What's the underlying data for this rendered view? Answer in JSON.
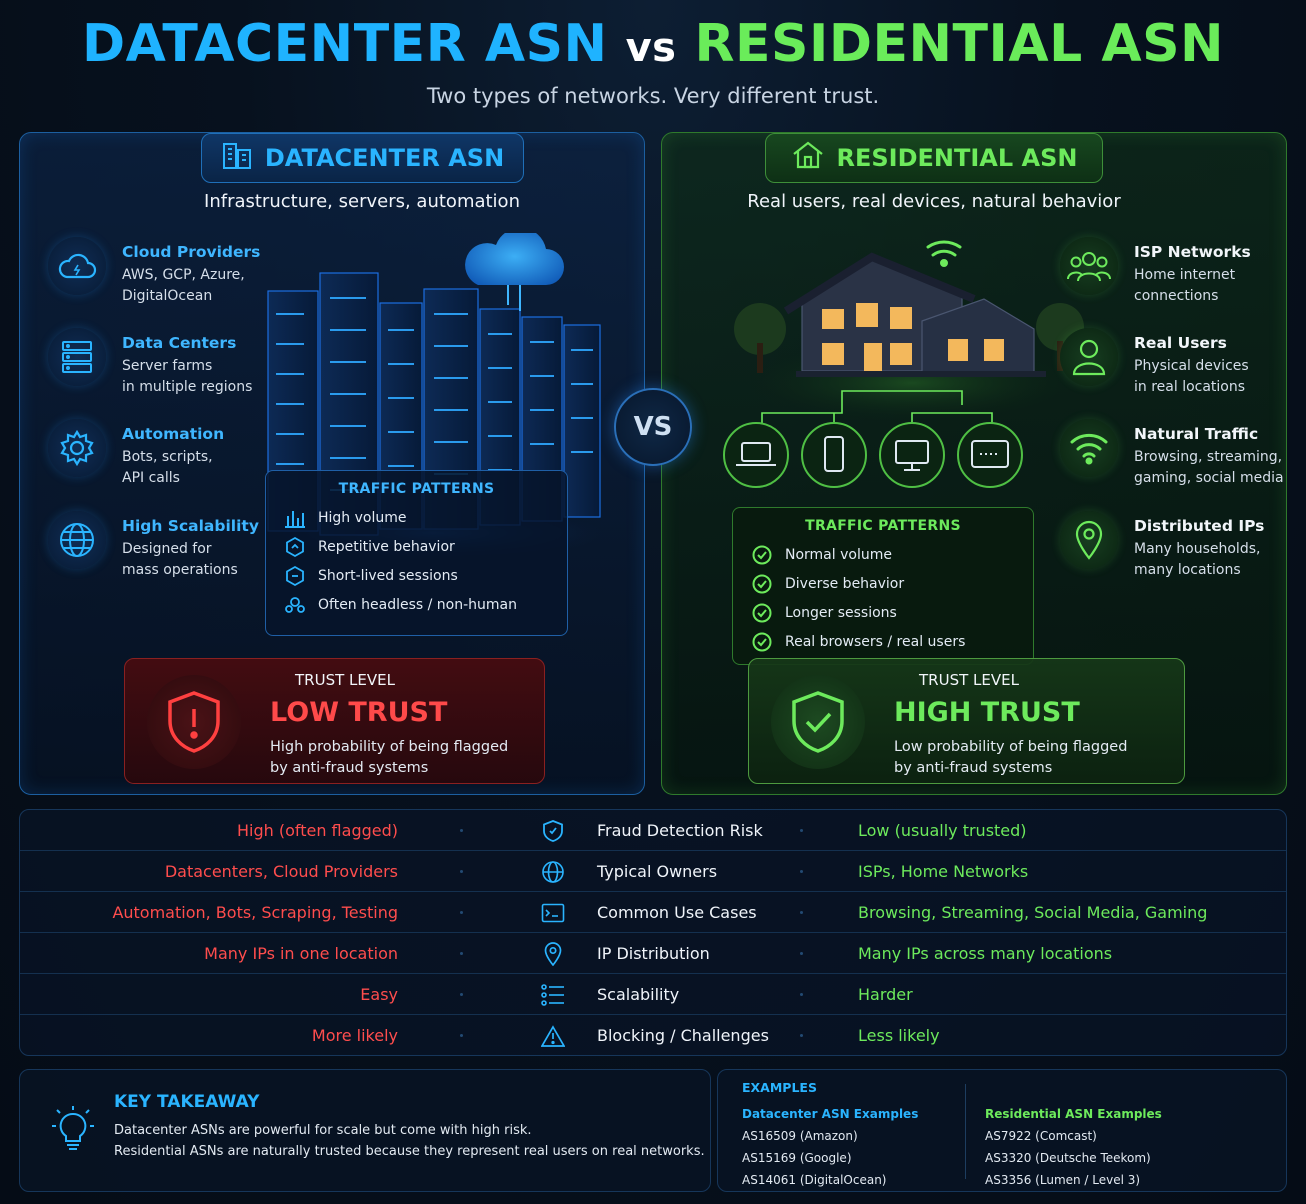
{
  "header": {
    "title_left": "DATACENTER ASN",
    "title_vs": "vs",
    "title_right": "RESIDENTIAL ASN",
    "subtitle": "Two types of networks. Very different trust."
  },
  "datacenter": {
    "heading": "DATACENTER ASN",
    "subheading": "Infrastructure, servers, automation",
    "features": [
      {
        "title": "Cloud Providers",
        "line1": "AWS, GCP, Azure,",
        "line2": "DigitalOcean"
      },
      {
        "title": "Data Centers",
        "line1": "Server farms",
        "line2": "in multiple regions"
      },
      {
        "title": "Automation",
        "line1": "Bots, scripts,",
        "line2": "API calls"
      },
      {
        "title": "High Scalability",
        "line1": "Designed for",
        "line2": "mass operations"
      }
    ],
    "traffic": {
      "title": "TRAFFIC PATTERNS",
      "items": [
        "High volume",
        "Repetitive behavior",
        "Short-lived sessions",
        "Often headless / non-human"
      ]
    },
    "trust": {
      "label": "TRUST LEVEL",
      "value": "LOW TRUST",
      "line1": "High probability of being flagged",
      "line2": "by anti-fraud systems"
    }
  },
  "residential": {
    "heading": "RESIDENTIAL ASN",
    "subheading": "Real users, real devices, natural behavior",
    "features": [
      {
        "title": "ISP Networks",
        "line1": "Home internet",
        "line2": "connections"
      },
      {
        "title": "Real Users",
        "line1": "Physical devices",
        "line2": "in real locations"
      },
      {
        "title": "Natural Traffic",
        "line1": "Browsing, streaming,",
        "line2": "gaming, social media"
      },
      {
        "title": "Distributed IPs",
        "line1": "Many households,",
        "line2": "many locations"
      }
    ],
    "traffic": {
      "title": "TRAFFIC PATTERNS",
      "items": [
        "Normal volume",
        "Diverse behavior",
        "Longer sessions",
        "Real browsers / real users"
      ]
    },
    "trust": {
      "label": "TRUST LEVEL",
      "value": "HIGH TRUST",
      "line1": "Low probability of being flagged",
      "line2": "by anti-fraud systems"
    }
  },
  "vs_label": "VS",
  "comparison": [
    {
      "left": "High (often flagged)",
      "label": "Fraud Detection Risk",
      "right": "Low (usually trusted)",
      "icon": "shield-icon"
    },
    {
      "left": "Datacenters, Cloud Providers",
      "label": "Typical Owners",
      "right": "ISPs, Home Networks",
      "icon": "globe-icon"
    },
    {
      "left": "Automation, Bots, Scraping, Testing",
      "label": "Common Use Cases",
      "right": "Browsing, Streaming, Social Media, Gaming",
      "icon": "terminal-icon"
    },
    {
      "left": "Many IPs in one location",
      "label": "IP Distribution",
      "right": "Many IPs across many locations",
      "icon": "location-pin-icon"
    },
    {
      "left": "Easy",
      "label": "Scalability",
      "right": "Harder",
      "icon": "sliders-icon"
    },
    {
      "left": "More likely",
      "label": "Blocking / Challenges",
      "right": "Less likely",
      "icon": "warning-icon"
    }
  ],
  "takeaway": {
    "title": "KEY TAKEAWAY",
    "line1": "Datacenter ASNs are powerful for scale but come with high risk.",
    "line2": "Residential ASNs are naturally trusted because they represent real users on real networks."
  },
  "examples": {
    "title": "EXAMPLES",
    "dc_heading": "Datacenter ASN Examples",
    "dc_items": [
      "AS16509 (Amazon)",
      "AS15169 (Google)",
      "AS14061 (DigitalOcean)"
    ],
    "res_heading": "Residential ASN Examples",
    "res_items": [
      "AS7922 (Comcast)",
      "AS3320 (Deutsche Teekom)",
      "AS3356 (Lumen / Level 3)"
    ]
  },
  "colors": {
    "datacenter_accent": "#2ab4ff",
    "residential_accent": "#6dea5c",
    "risk_red": "#ff4d4d"
  }
}
